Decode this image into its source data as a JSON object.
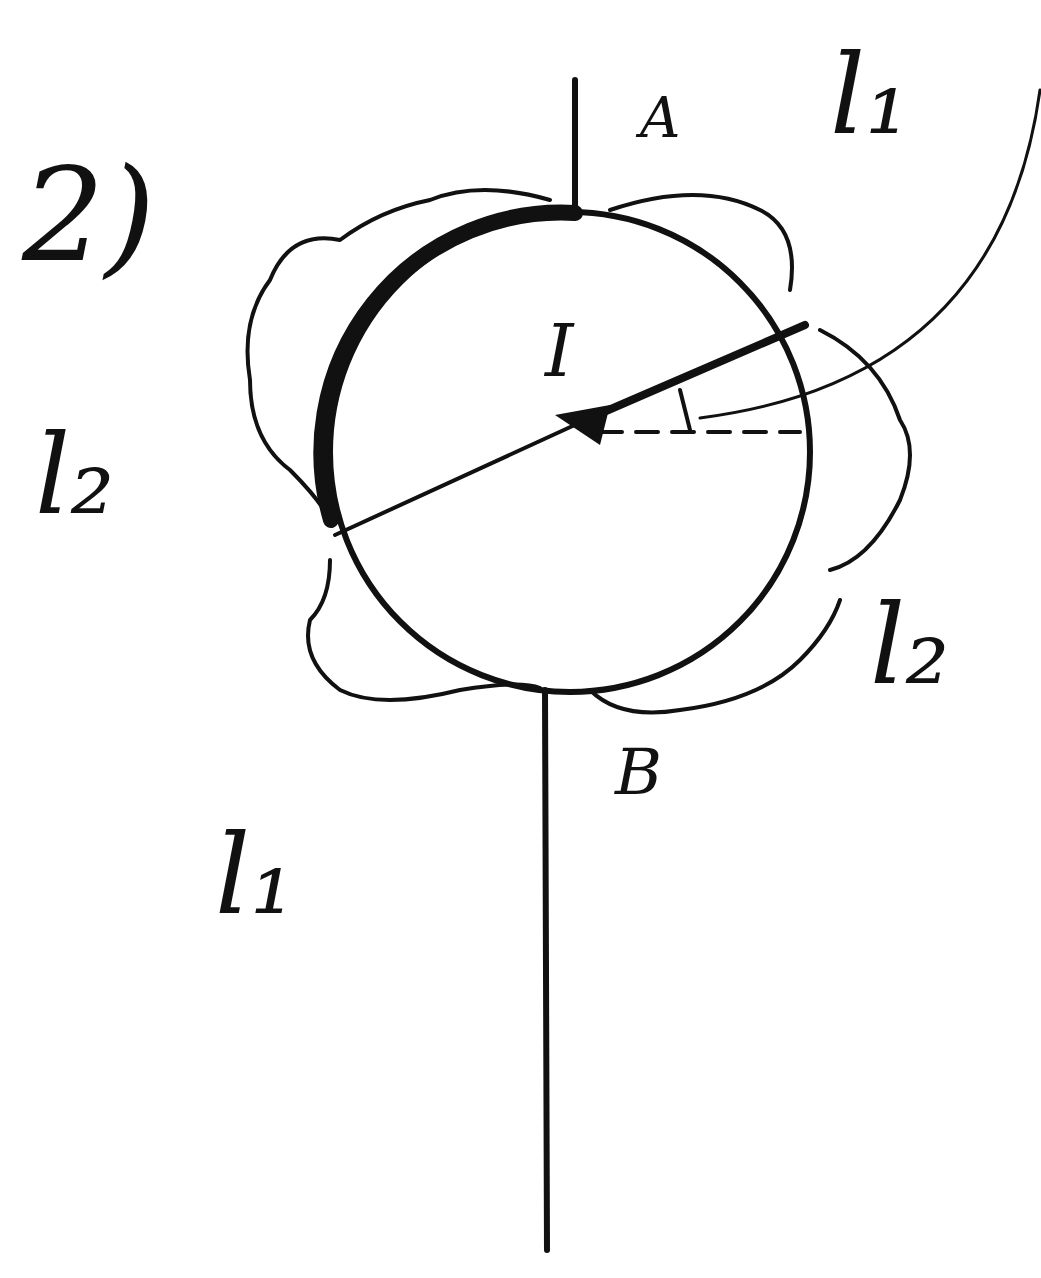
{
  "diagram": {
    "labels": [
      "2)",
      "A",
      "l₁",
      "I",
      "l₂",
      "l₂",
      "B",
      "l₁"
    ]
  }
}
